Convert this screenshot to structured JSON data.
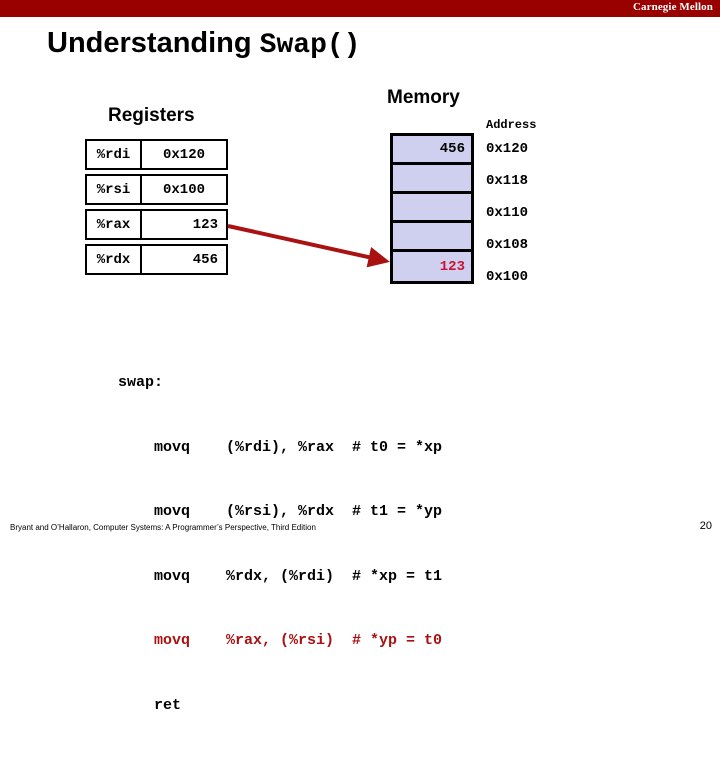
{
  "brand": {
    "name": "Carnegie Mellon",
    "bar_color": "#990000"
  },
  "title": {
    "prefix": "Understanding ",
    "mono": "Swap()"
  },
  "registers": {
    "heading": "Registers",
    "rows": [
      {
        "name": "%rdi",
        "value": "0x120",
        "align": "center"
      },
      {
        "name": "%rsi",
        "value": "0x100",
        "align": "center"
      },
      {
        "name": "%rax",
        "value": "123",
        "align": "right"
      },
      {
        "name": "%rdx",
        "value": "456",
        "align": "right"
      }
    ]
  },
  "memory": {
    "heading": "Memory",
    "address_heading": "Address",
    "cell_color": "#cfd0ef",
    "highlight_color": "#cc1133",
    "rows": [
      {
        "value": "456",
        "address": "0x120",
        "highlight": false
      },
      {
        "value": "",
        "address": "0x118",
        "highlight": false
      },
      {
        "value": "",
        "address": "0x110",
        "highlight": false
      },
      {
        "value": "",
        "address": "0x108",
        "highlight": false
      },
      {
        "value": "123",
        "address": "0x100",
        "highlight": true
      }
    ]
  },
  "arrow": {
    "color": "#aa1111",
    "from_label": "%rax register value",
    "to_label": "memory 0x100"
  },
  "code": {
    "label": "swap assembly listing",
    "lines": [
      {
        "text": "swap:",
        "red": false
      },
      {
        "text": "    movq    (%rdi), %rax  # t0 = *xp",
        "red": false
      },
      {
        "text": "    movq    (%rsi), %rdx  # t1 = *yp",
        "red": false
      },
      {
        "text": "    movq    %rdx, (%rdi)  # *xp = t1",
        "red": false
      },
      {
        "text": "    movq    %rax, (%rsi)  # *yp = t0",
        "red": true
      },
      {
        "text": "    ret",
        "red": false
      }
    ]
  },
  "footer": {
    "citation": "Bryant and O’Hallaron, Computer Systems: A Programmer’s Perspective, Third Edition",
    "page": "20"
  }
}
